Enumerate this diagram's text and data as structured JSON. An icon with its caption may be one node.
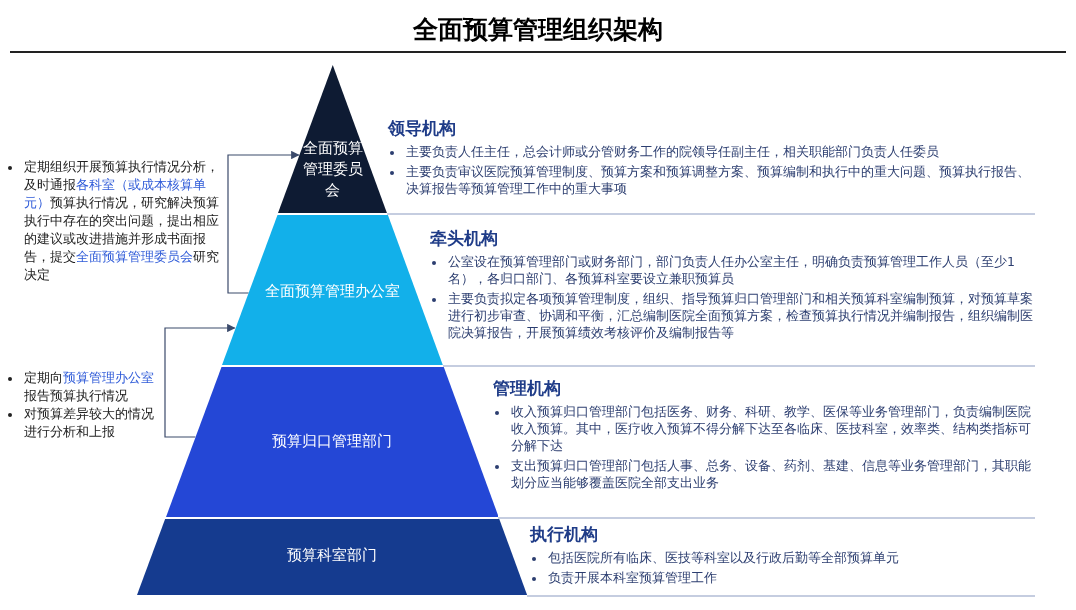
{
  "diagram": {
    "title": "全面预算管理组织架构",
    "nodes": [
      {
        "text": [
          "全面预算管理委员会"
        ],
        "beside": [
          "领导机构",
          "主要负责人任主任，总会计师或分管财务工作的院领导任副主任，相关职能部门负责人任委员",
          "主要负责审议医院预算管理制度、预算方案和预算调整方案、预算编制和执行中的重大问题、预算执行报告、决算报告等预算管理工作中的重大事项"
        ]
      },
      {
        "text": [
          "全面预算管理办公室"
        ],
        "beside": [
          "牵头机构",
          "公室设在预算管理部门或财务部门，部门负责人任办公室主任，明确负责预算管理工作人员（至少1名），各归口部门、各预算科室要设立兼职预算员",
          "主要负责拟定各项预算管理制度，组织、指导预算归口管理部门和相关预算科室编制预算，对预算草案进行初步审查、协调和平衡，汇总编制医院全面预算方案，检查预算执行情况并编制报告，组织编制医院决算报告，开展预算绩效考核评价及编制报告等"
        ]
      },
      {
        "text": [
          "预算归口管理部门"
        ],
        "beside": [
          "管理机构",
          "收入预算归口管理部门包括医务、财务、科研、教学、医保等业务管理部门，负责编制医院收入预算。其中，医疗收入预算不得分解下达至各临床、医技科室，效率类、结构类指标可分解下达",
          "支出预算归口管理部门包括人事、总务、设备、药剂、基建、信息等业务管理部门，其职能划分应当能够覆盖医院全部支出业务"
        ]
      },
      {
        "text": [
          "预算科室部门"
        ],
        "beside": [
          "执行机构",
          "包括医院所有临床、医技等科室以及行政后勤等全部预算单元",
          "负责开展本科室预算管理工作"
        ]
      }
    ],
    "edges": [
      {
        "from": 1,
        "to": 0,
        "arrow": "to"
      },
      {
        "from": 2,
        "to": 1,
        "arrow": "to"
      }
    ],
    "labels": [
      "定期组织开展预算执行情况分析，及时通报**各科室（或成本核算单元）**预算执行情况，研究解决预算执行中存在的突出问题，提出相应的建议或改进措施并形成书面报告，提交**全面预算管理委员会**研究决定",
      "定期向**预算管理办公室**报告预算执行情况",
      "对预算差异较大的情况进行分析和上报"
    ]
  }
}
